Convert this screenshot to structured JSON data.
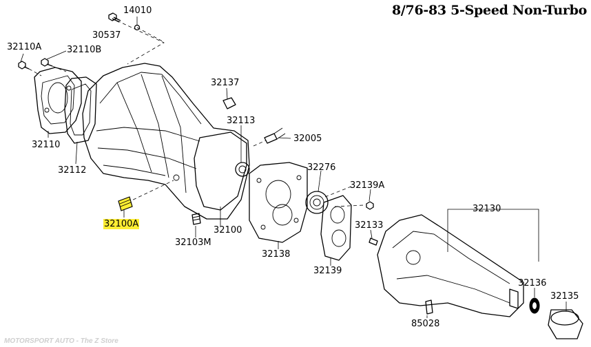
{
  "title": "8/76-83 5-Speed Non-Turbo",
  "footer": "MOTORSPORT AUTO - The Z Store",
  "colors": {
    "highlight": "#ffee33",
    "line": "#000000",
    "footer": "#cfcfcf"
  },
  "parts": [
    {
      "id": "p14010",
      "label": "14010"
    },
    {
      "id": "p30537",
      "label": "30537"
    },
    {
      "id": "p32110A",
      "label": "32110A"
    },
    {
      "id": "p32110B",
      "label": "32110B"
    },
    {
      "id": "p32110",
      "label": "32110"
    },
    {
      "id": "p32112",
      "label": "32112"
    },
    {
      "id": "p32137",
      "label": "32137"
    },
    {
      "id": "p32113",
      "label": "32113"
    },
    {
      "id": "p32005",
      "label": "32005"
    },
    {
      "id": "p32276",
      "label": "32276"
    },
    {
      "id": "p32139A",
      "label": "32139A"
    },
    {
      "id": "p32100A",
      "label": "32100A",
      "highlighted": true
    },
    {
      "id": "p32103M",
      "label": "32103M"
    },
    {
      "id": "p32100",
      "label": "32100"
    },
    {
      "id": "p32138",
      "label": "32138"
    },
    {
      "id": "p32139",
      "label": "32139"
    },
    {
      "id": "p32133",
      "label": "32133"
    },
    {
      "id": "p32130",
      "label": "32130"
    },
    {
      "id": "p32136",
      "label": "32136"
    },
    {
      "id": "p32135",
      "label": "32135"
    },
    {
      "id": "p85028",
      "label": "85028"
    }
  ]
}
